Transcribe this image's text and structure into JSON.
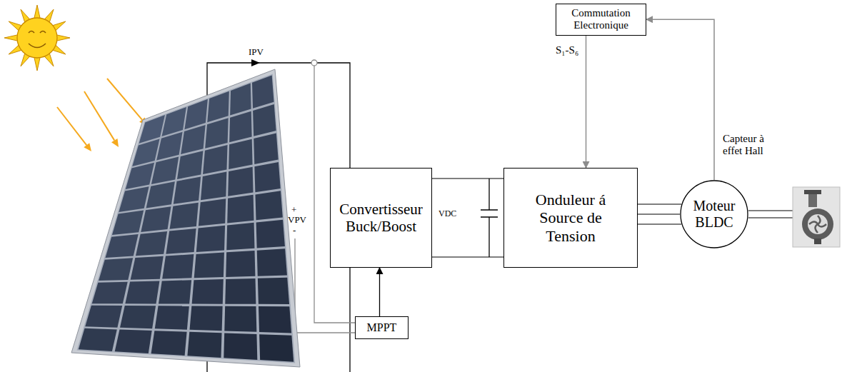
{
  "diagram": {
    "nodes": [
      {
        "text": [
          "Commutation Electronique"
        ]
      },
      {
        "text": [
          "Convertisseur Buck/Boost"
        ]
      },
      {
        "text": [
          "Onduleur á Source de Tension"
        ]
      },
      {
        "text": [
          "Moteur BLDC"
        ]
      },
      {
        "text": [
          "MPPT"
        ]
      }
    ],
    "edges": [
      {
        "from": 0,
        "to": 2,
        "arrow": "to",
        "label": "S₁-S₆"
      },
      {
        "from": 3,
        "to": 0,
        "arrow": "to",
        "label": "Capteur à effet Hall"
      },
      {
        "from": 4,
        "to": 1,
        "arrow": "to"
      },
      {
        "from": 1,
        "to": 2,
        "arrow": "none"
      },
      {
        "from": 2,
        "to": 3,
        "arrow": "none"
      }
    ],
    "labels": [
      "IPV",
      "+",
      "VPV",
      "-",
      "VDC"
    ]
  }
}
